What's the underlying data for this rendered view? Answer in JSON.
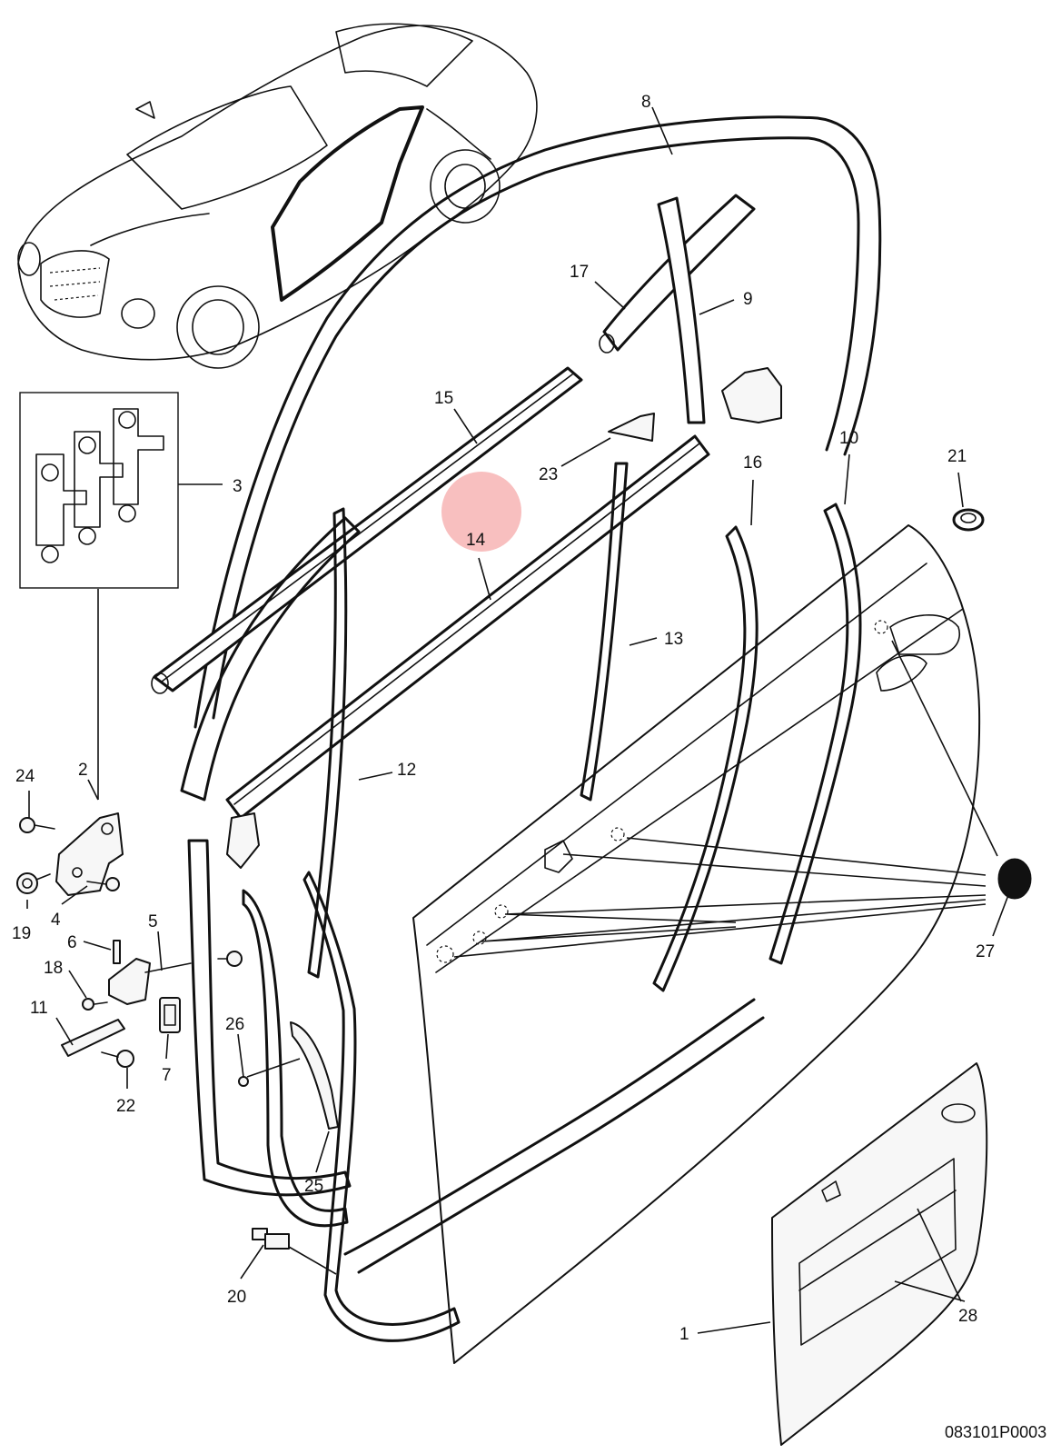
{
  "diagram": {
    "document_id": "083101P0003",
    "highlight_color": "#f28b8b",
    "line_color": "#111111",
    "callouts": [
      {
        "id": "1",
        "label": "1"
      },
      {
        "id": "2",
        "label": "2"
      },
      {
        "id": "3",
        "label": "3"
      },
      {
        "id": "4",
        "label": "4"
      },
      {
        "id": "5",
        "label": "5"
      },
      {
        "id": "6",
        "label": "6"
      },
      {
        "id": "7",
        "label": "7"
      },
      {
        "id": "8",
        "label": "8"
      },
      {
        "id": "9",
        "label": "9"
      },
      {
        "id": "10",
        "label": "10"
      },
      {
        "id": "11",
        "label": "11"
      },
      {
        "id": "12",
        "label": "12"
      },
      {
        "id": "13",
        "label": "13"
      },
      {
        "id": "14",
        "label": "14"
      },
      {
        "id": "15",
        "label": "15"
      },
      {
        "id": "16",
        "label": "16"
      },
      {
        "id": "17",
        "label": "17"
      },
      {
        "id": "18",
        "label": "18"
      },
      {
        "id": "19",
        "label": "19"
      },
      {
        "id": "20",
        "label": "20"
      },
      {
        "id": "21",
        "label": "21"
      },
      {
        "id": "22",
        "label": "22"
      },
      {
        "id": "23",
        "label": "23"
      },
      {
        "id": "24",
        "label": "24"
      },
      {
        "id": "25",
        "label": "25"
      },
      {
        "id": "26",
        "label": "26"
      },
      {
        "id": "27",
        "label": "27"
      },
      {
        "id": "28",
        "label": "28"
      }
    ],
    "highlighted_callout": "14"
  }
}
